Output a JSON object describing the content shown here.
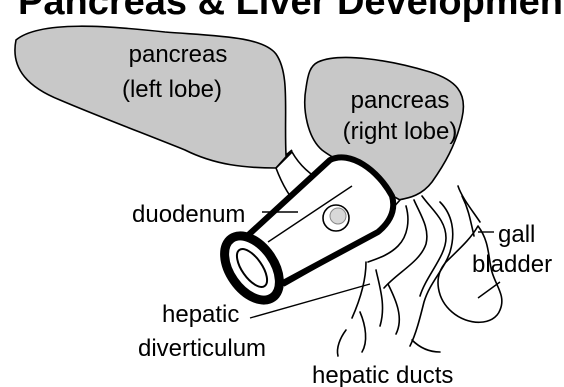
{
  "title": "Pancreas & Liver Development",
  "labels": {
    "pancreas_left_line1": "pancreas",
    "pancreas_left_line2": "(left lobe)",
    "pancreas_right_line1": "pancreas",
    "pancreas_right_line2": "(right lobe)",
    "duodenum": "duodenum",
    "gall": "gall",
    "bladder": "bladder",
    "hepatic_diverticulum_line1": "hepatic",
    "hepatic_diverticulum_line2": "diverticulum",
    "hepatic_ducts": "hepatic ducts"
  },
  "colors": {
    "pancreas_fill": "#c8c8c8",
    "outline": "#000000",
    "background": "#ffffff"
  }
}
